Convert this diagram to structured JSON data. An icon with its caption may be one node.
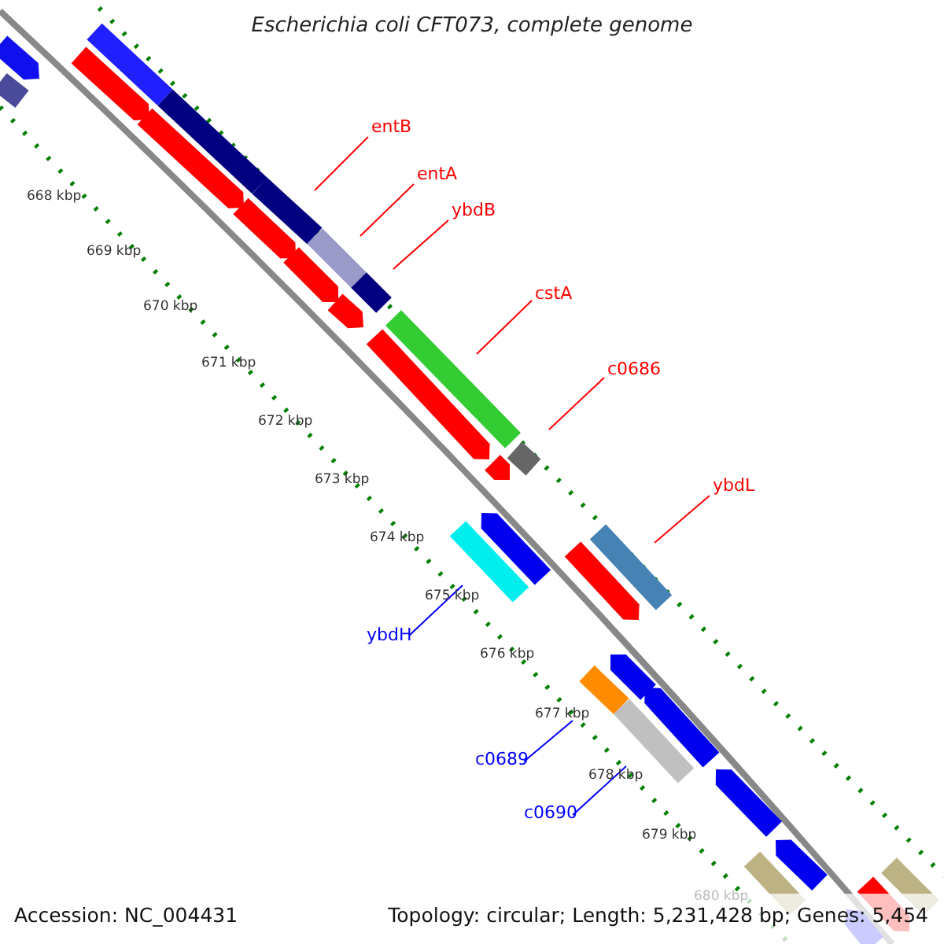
{
  "diagram": {
    "title": "Escherichia coli CFT073, complete genome",
    "nodes": [
      {
        "text": [
          "entB"
        ]
      },
      {
        "text": [
          "entA"
        ]
      },
      {
        "text": [
          "ybdB"
        ]
      },
      {
        "text": [
          "cstA"
        ]
      },
      {
        "text": [
          "c0686"
        ]
      },
      {
        "text": [
          "ybdL"
        ]
      },
      {
        "text": [
          "ybdH"
        ]
      },
      {
        "text": [
          "c0689"
        ]
      },
      {
        "text": [
          "c0690"
        ]
      },
      {
        "text": [],
        "shape": "bar"
      },
      {
        "text": [],
        "shape": "bar"
      },
      {
        "text": [],
        "shape": "bar"
      },
      {
        "text": [],
        "shape": "bar"
      },
      {
        "text": [],
        "shape": "bar"
      },
      {
        "text": [],
        "shape": "bar"
      },
      {
        "text": [],
        "shape": "bar"
      },
      {
        "text": [],
        "shape": "bar"
      },
      {
        "text": [],
        "shape": "bar"
      },
      {
        "text": [],
        "shape": "bar"
      }
    ],
    "edges": [
      {
        "from": 0,
        "to": 9,
        "arrow": "none"
      },
      {
        "from": 1,
        "to": 10,
        "arrow": "none"
      },
      {
        "from": 2,
        "to": 11,
        "arrow": "none"
      },
      {
        "from": 3,
        "to": 12,
        "arrow": "none"
      },
      {
        "from": 4,
        "to": 13,
        "arrow": "none"
      },
      {
        "from": 5,
        "to": 14,
        "arrow": "none"
      },
      {
        "from": 6,
        "to": 15,
        "arrow": "none",
        "color": "#0000ff"
      },
      {
        "from": 7,
        "to": 16,
        "arrow": "none",
        "color": "#0000ff"
      },
      {
        "from": 8,
        "to": 17,
        "arrow": "none",
        "color": "#0000ff"
      }
    ],
    "labels": [
      "668 kbp",
      "669 kbp",
      "670 kbp",
      "671 kbp",
      "672 kbp",
      "673 kbp",
      "674 kbp",
      "675 kbp",
      "676 kbp",
      "677 kbp",
      "678 kbp",
      "679 kbp",
      "680 kbp",
      "Accession: NC_004431",
      "Topology: circular; Length: 5,231,428 bp; Genes: 5,454"
    ]
  }
}
